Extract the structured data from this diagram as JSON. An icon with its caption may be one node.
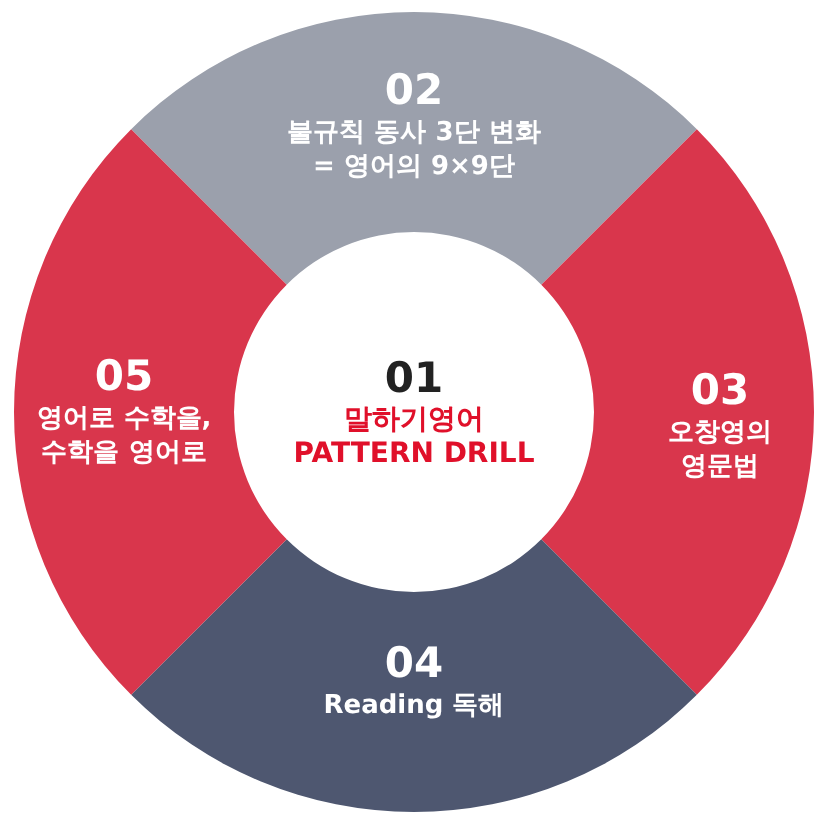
{
  "diagram": {
    "nodes": [
      {
        "text": [
          "01",
          "말하기영어 PATTERN DRILL"
        ]
      },
      {
        "text": [
          "02",
          "불규칙 동사 3단 변화 = 영어의 9×9단"
        ]
      },
      {
        "text": [
          "03",
          "오창영의 영문법"
        ]
      },
      {
        "text": [
          "04",
          "Reading 독해"
        ]
      },
      {
        "text": [
          "05",
          "영어로 수학을, 수학을 영어로"
        ]
      }
    ]
  }
}
